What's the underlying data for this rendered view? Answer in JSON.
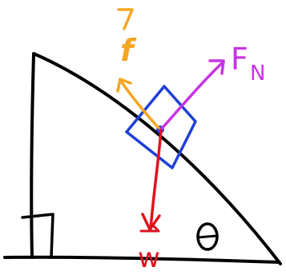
{
  "diagram": {
    "labels": {
      "normal_force": "F",
      "normal_force_subscript": "N",
      "friction": "f",
      "weight": "w",
      "angle": "θ"
    },
    "colors": {
      "incline": "#000000",
      "block": "#1f3fd6",
      "normal_force": "#c832e6",
      "friction": "#f5a623",
      "weight": "#e0121c",
      "angle_label": "#000000"
    }
  }
}
